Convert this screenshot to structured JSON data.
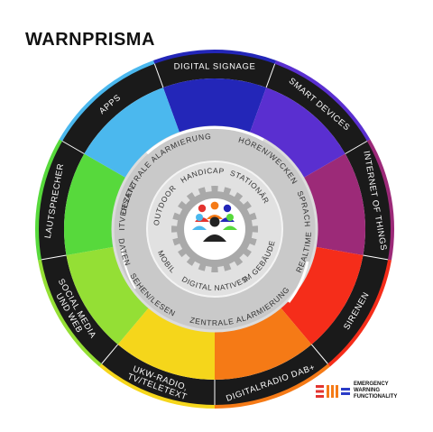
{
  "title": "WARNPRISMA",
  "outer_ring": [
    {
      "label": "DIGITAL SIGNAGE",
      "color": "#2326b8"
    },
    {
      "label": "SMART DEVICES",
      "color": "#5a2fd0"
    },
    {
      "label": "INTERNET OF THINGS",
      "color": "#9c2a78"
    },
    {
      "label": "SIRENEN",
      "color": "#f52d1a"
    },
    {
      "label": "DIGITALRADIO DAB+",
      "color": "#f57a16"
    },
    {
      "label": "UKW-RADIO, TV/TELETEXT",
      "color": "#f5d61b"
    },
    {
      "label": "SOCIAL MEDIA UND WEB",
      "color": "#94df35"
    },
    {
      "label": "LAUTSPRECHER",
      "color": "#57d93c"
    },
    {
      "label": "APPS",
      "color": "#4bb8ee"
    }
  ],
  "middle_ring": [
    "DEZENTRALE ALARMIERUNG",
    "HÖREN/WECKEN",
    "SPRACHE",
    "REALTIME",
    "ZENTRALE ALARMIERUNG",
    "SEHEN/LESEN",
    "DATEN",
    "ZEITVERSATZ"
  ],
  "inner_ring": [
    "HANDICAP",
    "STATIONÄR",
    "IM GEBÄUDE",
    "DIGITAL NATIVES",
    "MOBIL",
    "OUTDOOR"
  ],
  "center_icon": "people-group-icon",
  "logo": {
    "icon": "emergency-warning-logo-icon",
    "lines": [
      "EMERGENCY",
      "WARNING",
      "FUNCTIONALITY"
    ],
    "colors": [
      "#e3342f",
      "#f57a16",
      "#2a3cc7"
    ]
  }
}
